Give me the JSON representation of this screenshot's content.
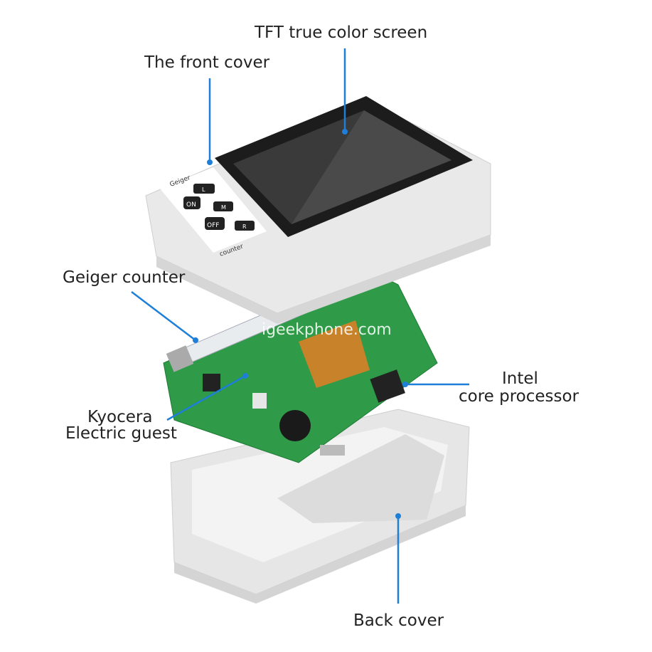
{
  "labels": {
    "screen": "TFT true color screen",
    "front_cover": "The front cover",
    "geiger": "Geiger counter",
    "intel_line1": "Intel",
    "intel_line2": "core processor",
    "kyocera_line1": "Kyocera",
    "kyocera_line2": "Electric guest",
    "back_cover": "Back cover"
  },
  "watermark": "igeekphone.com",
  "device_buttons": {
    "brand_top": "Geiger",
    "brand_bottom": "counter",
    "on": "ON",
    "off": "OFF",
    "l": "L",
    "m": "M",
    "r": "R"
  },
  "colors": {
    "leader": "#1e7fd8",
    "pcb": "#2f9a48",
    "casing": "#ececec",
    "screen": "#3a3a3a"
  }
}
